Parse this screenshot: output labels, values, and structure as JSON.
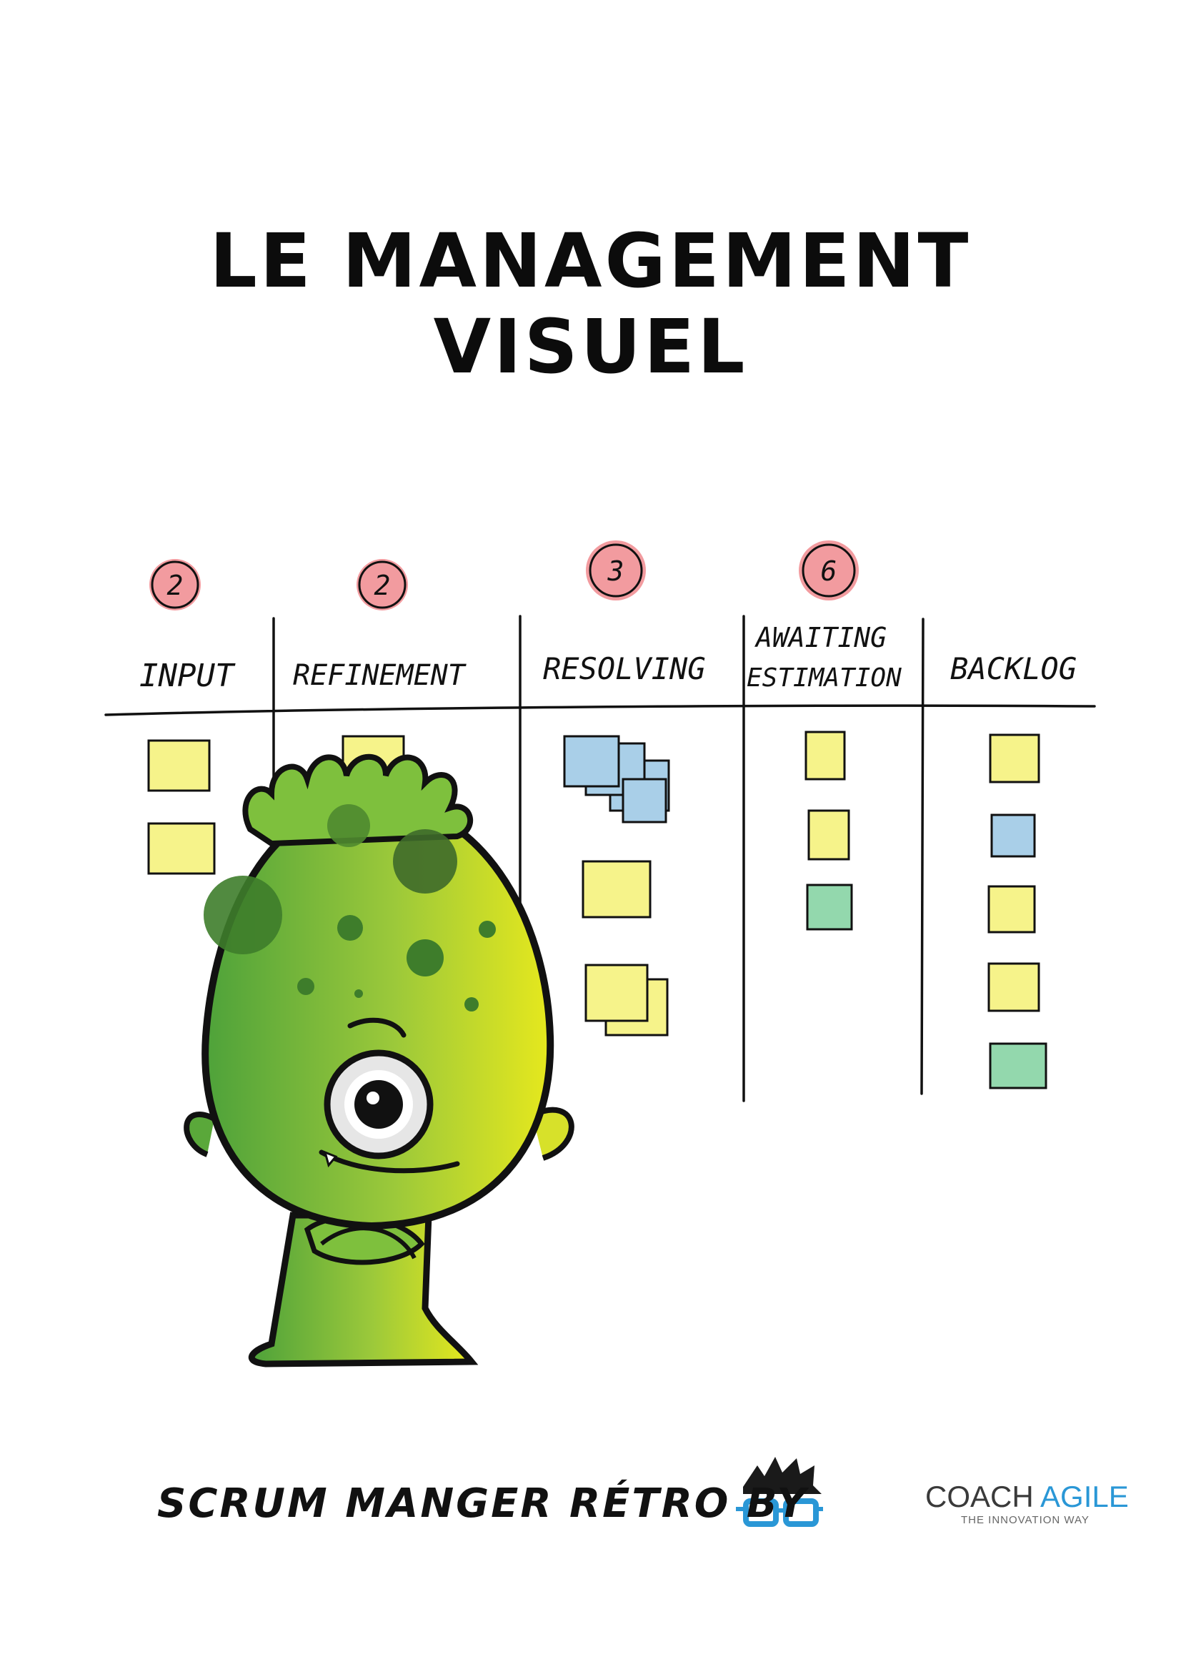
{
  "title": {
    "line1": "LE MANAGEMENT",
    "line2": "VISUEL"
  },
  "board": {
    "columns": [
      {
        "wip": "2",
        "label": "INPUT"
      },
      {
        "wip": "2",
        "label": "REFINEMENT"
      },
      {
        "wip": "3",
        "label": "RESOLVING"
      },
      {
        "wip": "6",
        "label_line1": "AWAITING",
        "label_line2": "ESTIMATION"
      },
      {
        "label": "BACKLOG"
      }
    ]
  },
  "footer": {
    "tagline": "SCRUM MANGER RÉTRO BY",
    "brand_part1": "COACH ",
    "brand_part2": "AGILE",
    "brand_sub": "THE INNOVATION WAY"
  },
  "colors": {
    "sticky_yellow": "#f6f38a",
    "sticky_blue": "#a9cfe8",
    "sticky_green": "#93d8ad",
    "wip_circle": "#f08a8e",
    "monster_green": "#6dbb3c",
    "brand_blue": "#2a97d6"
  }
}
